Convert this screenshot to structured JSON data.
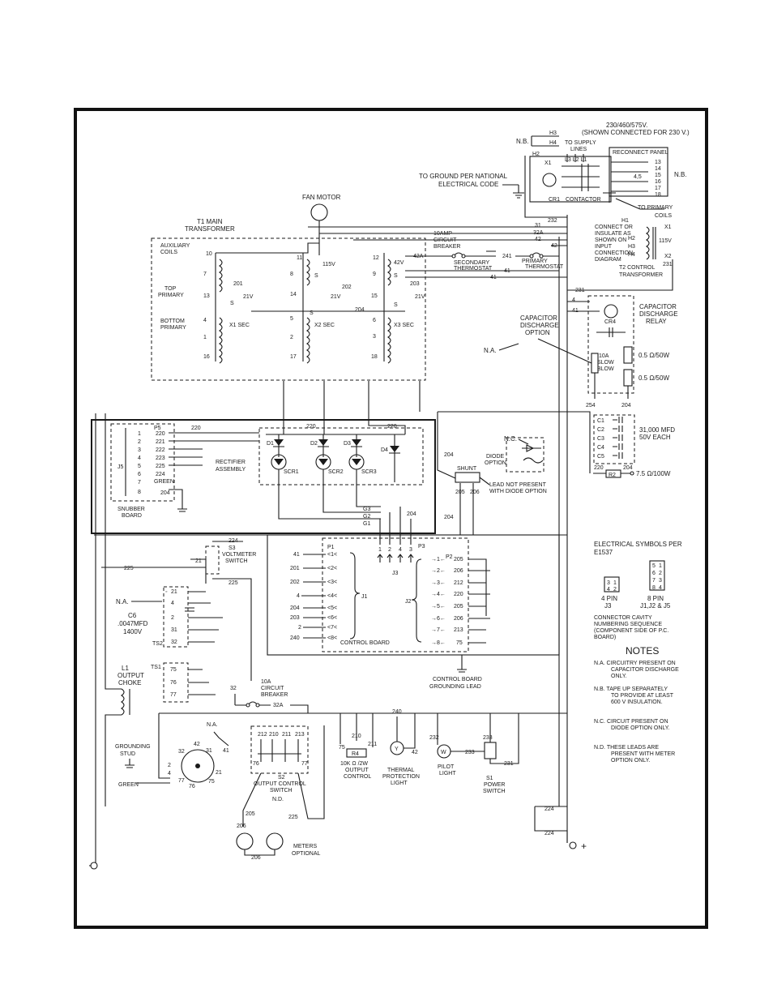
{
  "supply": {
    "voltage": "230/460/575V.",
    "connected": "(SHOWN CONNECTED FOR 230 V.)",
    "h3": "H3",
    "h4": "H4",
    "nb": "N.B.",
    "h2": "H2",
    "h1": "H1",
    "to_supply": "TO SUPPLY",
    "lines": "LINES",
    "l3l2l1": "L3 L2 L1",
    "x1": "X1",
    "x2": "X2",
    "reconnect_panel": "RECONNECT PANEL",
    "panel_nums": [
      "13",
      "14",
      "15",
      "16",
      "17",
      "18"
    ],
    "cr1": "CR1",
    "contactor": "CONTACTOR",
    "to_primary": "TO PRIMARY",
    "coils": "COILS",
    "ground_note": "TO GROUND PER NATIONAL",
    "code_note": "ELECTRICAL CODE",
    "connect_note": [
      "CONNECT OR",
      "INSULATE AS",
      "SHOWN ON",
      "INPUT",
      "CONNECTION",
      "DIAGRAM"
    ],
    "t2": [
      "T2 CONTROL",
      "TRANSFORMER"
    ],
    "t2_taps": [
      "H2",
      "H3",
      "H4"
    ],
    "v115": "115V"
  },
  "fan": {
    "label": "FAN MOTOR"
  },
  "t1": {
    "title": "T1 MAIN",
    "title2": "TRANSFORMER",
    "aux": "AUXILIARY",
    "aux2": "COILS",
    "top": "TOP",
    "top2": "PRIMARY",
    "bottom": "BOTTOM",
    "bottom2": "PRIMARY",
    "x1sec": "X1 SEC",
    "x2sec": "X2 SEC",
    "x3sec": "X3 SEC",
    "v115": "115V",
    "v42": "42V",
    "v21": "21V",
    "nums": [
      "10",
      "7",
      "13",
      "4",
      "1",
      "16",
      "11",
      "8",
      "14",
      "5",
      "2",
      "17",
      "12",
      "9",
      "15",
      "6",
      "3",
      "18"
    ],
    "s": "S"
  },
  "wires": {
    "w232": "232",
    "w31": "31",
    "w32a": "32A",
    "w42": "42",
    "w42a": "42A",
    "w241": "241",
    "w41": "41",
    "w231": "231",
    "w204": "204",
    "w4": "4",
    "w254": "254",
    "w201": "201",
    "w202": "202",
    "w203": "203",
    "w220": "220",
    "w224": "224",
    "w225": "225"
  },
  "breaker": [
    "10AMP",
    "CIRCUIT",
    "BREAKER"
  ],
  "secondary_thermostat": [
    "SECONDARY",
    "THERMOSTAT"
  ],
  "primary_thermostat": [
    "PRIMARY",
    "THERMOSTAT"
  ],
  "cap_discharge": {
    "label": [
      "CAPACITOR",
      "DISCHARGE",
      "RELAY"
    ],
    "option": [
      "CAPACITOR",
      "DISCHARGE",
      "OPTION"
    ],
    "na": "N.A.",
    "cr4": "CR4",
    "fuse": [
      "10A",
      "SLOW",
      "BLOW"
    ],
    "r1": "0.5 Ω/50W",
    "r2": "0.5 Ω/50W"
  },
  "caps": {
    "names": [
      "C1",
      "C2",
      "C3",
      "C4",
      "C5"
    ],
    "spec": [
      "31,000 MFD",
      "50V EACH"
    ],
    "r2": "R2",
    "r2_spec": "7.5 Ω/100W"
  },
  "diode_opt": {
    "nc": "N.C.",
    "label": [
      "DIODE",
      "OPTION"
    ],
    "shunt": "SHUNT",
    "lead_note": [
      "LEAD NOT PRESENT",
      "WITH DIODE OPTION"
    ],
    "w205": "205",
    "w206": "206"
  },
  "snubber": {
    "p5": "P5",
    "j5": "J5",
    "pins": [
      "1",
      "2",
      "3",
      "4",
      "5",
      "6",
      "7",
      "8"
    ],
    "wires": [
      "220",
      "221",
      "222",
      "223",
      "225",
      "224",
      "GREEN",
      "204"
    ],
    "label": [
      "SNUBBER",
      "BOARD"
    ]
  },
  "rectifier": {
    "label": [
      "RECTIFIER",
      "ASSEMBLY"
    ],
    "diodes": [
      "D1",
      "D2",
      "D3",
      "D4"
    ],
    "scrs": [
      "SCR1",
      "SCR2",
      "SCR3"
    ],
    "gates": [
      "G3",
      "G2",
      "G1"
    ]
  },
  "control_board": {
    "label": "CONTROL BOARD",
    "p1": "P1",
    "p2": "P2",
    "p3": "P3",
    "j1": "J1",
    "j2": "J2",
    "j3": "J3",
    "p1_wires": [
      "41",
      "201",
      "202",
      "4",
      "204",
      "203",
      "2",
      "240"
    ],
    "p2_wires": [
      "205",
      "206",
      "212",
      "220",
      "205",
      "206",
      "213",
      "75"
    ],
    "j3_pins": [
      "1",
      "2",
      "4",
      "3"
    ],
    "grounding": [
      "CONTROL BOARD",
      "GROUNDING LEAD"
    ]
  },
  "voltmeter": {
    "label": [
      "S3",
      "VOLTMETER",
      "SWITCH"
    ],
    "w21": "21"
  },
  "ts2": {
    "label": "TS2",
    "terms": [
      "21",
      "4",
      "2",
      "31",
      "32"
    ],
    "na": "N.A."
  },
  "c6": {
    "label": [
      "C6",
      ".0047MFD",
      "1400V"
    ]
  },
  "choke": {
    "label": [
      "L1",
      "OUTPUT",
      "CHOKE"
    ]
  },
  "ts1": {
    "label": "TS1",
    "terms": [
      "75",
      "76",
      "77"
    ]
  },
  "breaker2": {
    "label": [
      "10A",
      "CIRCUIT",
      "BREAKER"
    ],
    "w32": "32",
    "w32a": "32A"
  },
  "s2": {
    "label": [
      "S2",
      "OUTPUT CONTROL",
      "SWITCH"
    ],
    "top": [
      "212",
      "210",
      "211",
      "213"
    ],
    "sides": [
      "76",
      "77"
    ],
    "nd": "N.D.",
    "w205": "205",
    "w225": "225"
  },
  "rotary": {
    "nums": [
      "42",
      "31",
      "32",
      "2",
      "4",
      "21",
      "77",
      "76",
      "75"
    ],
    "na": "N.A.",
    "w41": "41"
  },
  "ground_stud": {
    "label": [
      "GROUNDING",
      "STUD"
    ],
    "green": "GREEN"
  },
  "r4": {
    "label": [
      "10K Ω /2W",
      "OUTPUT",
      "CONTROL"
    ],
    "name": "R4",
    "nums": [
      "75",
      "210",
      "211"
    ]
  },
  "thermal_light": {
    "label": [
      "THERMAL",
      "PROTECTION",
      "LIGHT"
    ],
    "w240": "240",
    "w42": "42",
    "sym": "Y"
  },
  "pilot": {
    "label": [
      "PILOT",
      "LIGHT"
    ],
    "w232": "232",
    "w233": "233",
    "sym": "W"
  },
  "power_switch": {
    "label": [
      "S1",
      "POWER",
      "SWITCH"
    ],
    "w233": "233",
    "w231": "231"
  },
  "meters": {
    "label": [
      "METERS",
      "OPTIONAL"
    ],
    "w206": "206",
    "w224": "224",
    "plus": "+"
  },
  "symbols": {
    "title": [
      "ELECTRICAL SYMBOLS PER",
      "E1537"
    ],
    "pin4": [
      "4 PIN",
      "J3"
    ],
    "pin8": [
      "8 PIN",
      "J1,J2 & J5"
    ],
    "pin4_grid": [
      "3",
      "1",
      "4",
      "2"
    ],
    "pin8_grid": [
      "5",
      "1",
      "6",
      "2",
      "7",
      "3",
      "8",
      "4"
    ],
    "cavity": [
      "CONNECTOR CAVITY",
      "NUMBERING SEQUENCE",
      "(COMPONENT SIDE OF P.C.",
      "BOARD)"
    ]
  },
  "notes": {
    "title": "NOTES",
    "items": [
      [
        "N.A. CIRCUITRY PRESENT ON",
        "CAPACITOR DISCHARGE",
        "ONLY."
      ],
      [
        "N.B. TAPE UP SEPARATELY",
        "TO PROVIDE AT LEAST",
        "600 V INSULATION."
      ],
      [
        "N.C. CIRCUIT PRESENT ON",
        "DIODE OPTION ONLY."
      ],
      [
        "N.D. THESE LEADS ARE",
        "PRESENT WITH METER",
        "OPTION ONLY."
      ]
    ]
  }
}
